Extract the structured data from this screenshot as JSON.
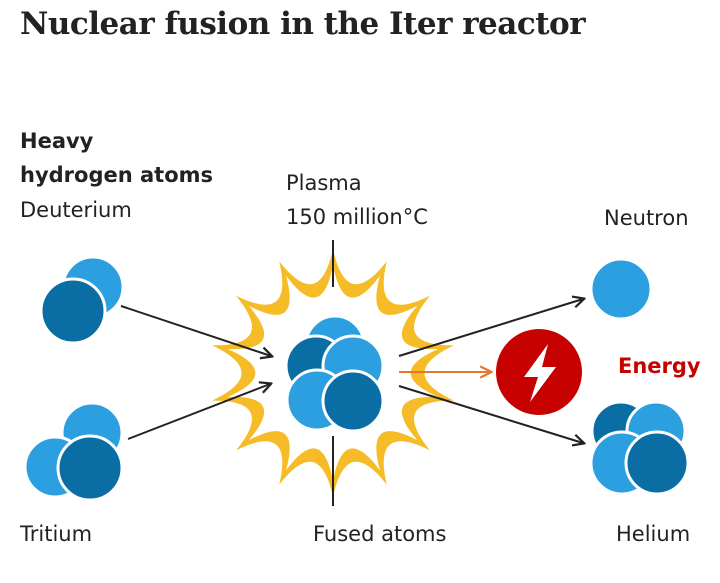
{
  "title": "Nuclear fusion in the Iter reactor",
  "labels": {
    "heavy_line1": "Heavy",
    "heavy_line2": "hydrogen atoms",
    "deuterium": "Deuterium",
    "plasma_line1": "Plasma",
    "plasma_line2": "150 million°C",
    "neutron": "Neutron",
    "energy": "Energy",
    "tritium": "Tritium",
    "fused_atoms": "Fused atoms",
    "helium": "Helium"
  },
  "colors": {
    "proton_light": "#2c9fe0",
    "neutron_dark": "#0a6ea4",
    "plasma_yellow": "#f6bc27",
    "energy_red": "#c70000",
    "arrow_dark": "#222222",
    "arrow_orange": "#e8762d"
  },
  "icons": {
    "energy_symbol": "lightning-bolt-icon"
  }
}
